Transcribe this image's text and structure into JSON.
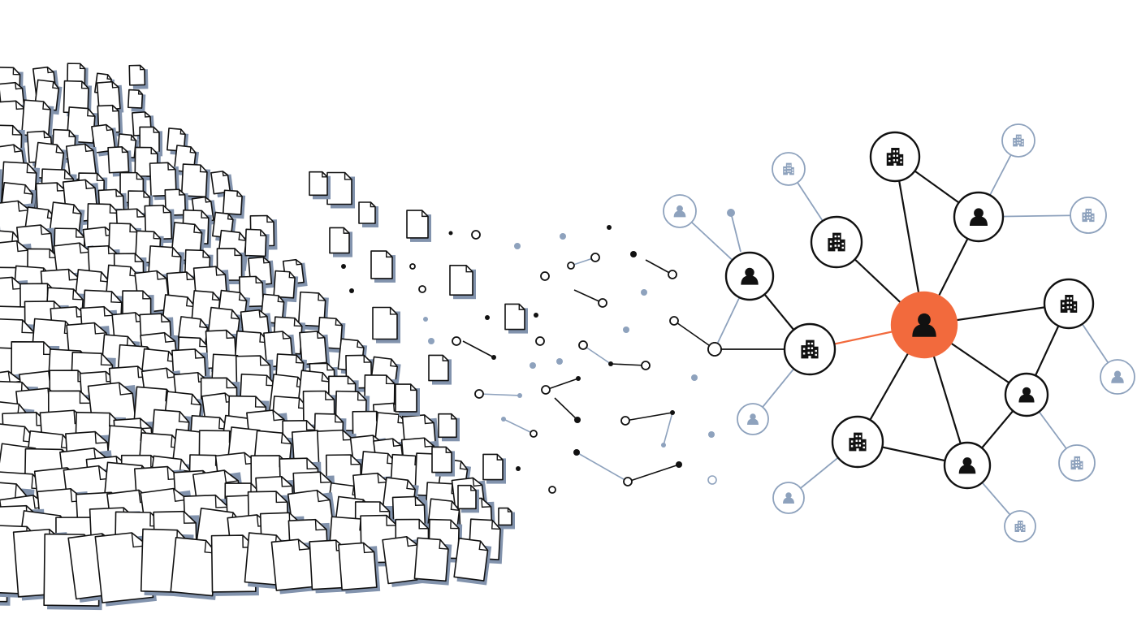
{
  "illustration": {
    "colors": {
      "background": "#ffffff",
      "stroke": "#111111",
      "shadow": "#8293ad",
      "faded": "#8ea2bd",
      "accent": "#f26a3d",
      "faded_fill": "#ffffff"
    },
    "sections": [
      "document-pile",
      "scattered-dots",
      "entity-network"
    ],
    "node_icons": [
      "person-icon",
      "building-icon"
    ],
    "network": {
      "central_node": "person-icon",
      "active_nodes": 9,
      "faded_nodes": 10
    }
  }
}
